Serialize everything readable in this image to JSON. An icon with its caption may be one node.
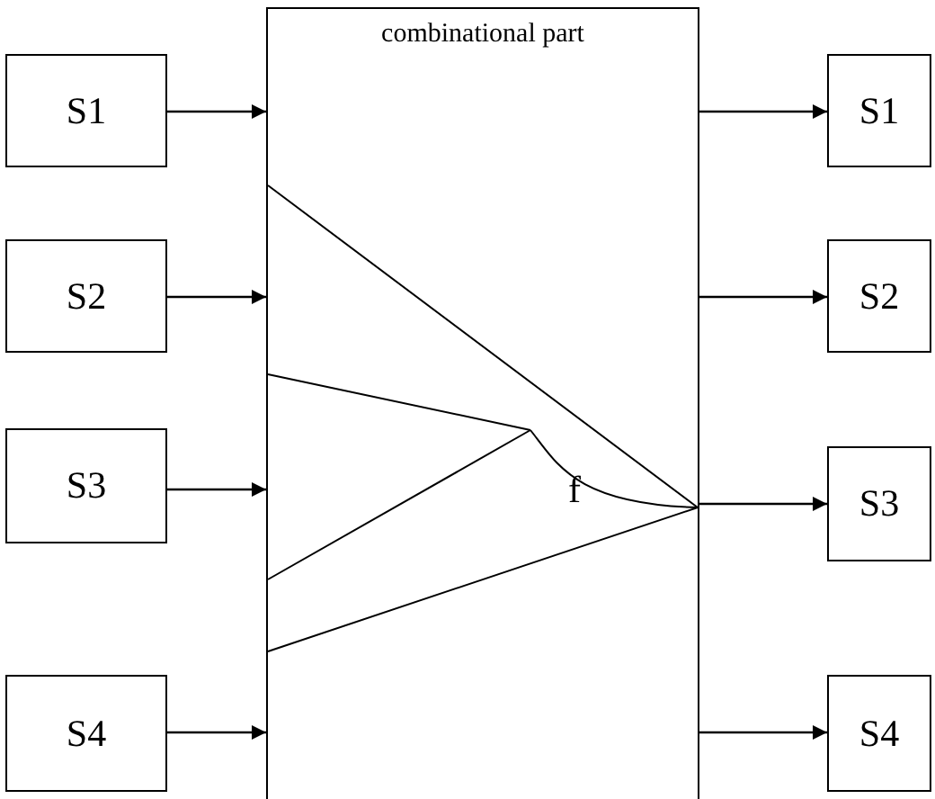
{
  "diagram": {
    "nodes": [
      {
        "text": [
          "S1"
        ]
      },
      {
        "text": [
          "S2"
        ]
      },
      {
        "text": [
          "S3"
        ]
      },
      {
        "text": [
          "S4"
        ]
      },
      {
        "text": [
          "combinational part"
        ]
      },
      {
        "text": [
          "S1"
        ]
      },
      {
        "text": [
          "S2"
        ]
      },
      {
        "text": [
          "S3"
        ]
      },
      {
        "text": [
          "S4"
        ]
      }
    ],
    "edges": [
      {
        "from": 0,
        "to": 4,
        "arrow": "to"
      },
      {
        "from": 1,
        "to": 4,
        "arrow": "to"
      },
      {
        "from": 2,
        "to": 4,
        "arrow": "to"
      },
      {
        "from": 3,
        "to": 4,
        "arrow": "to"
      },
      {
        "from": 4,
        "to": 5,
        "arrow": "to"
      },
      {
        "from": 4,
        "to": 6,
        "arrow": "to"
      },
      {
        "from": 4,
        "to": 7,
        "arrow": "to"
      },
      {
        "from": 4,
        "to": 8,
        "arrow": "to"
      }
    ],
    "labels": [
      "f"
    ]
  }
}
